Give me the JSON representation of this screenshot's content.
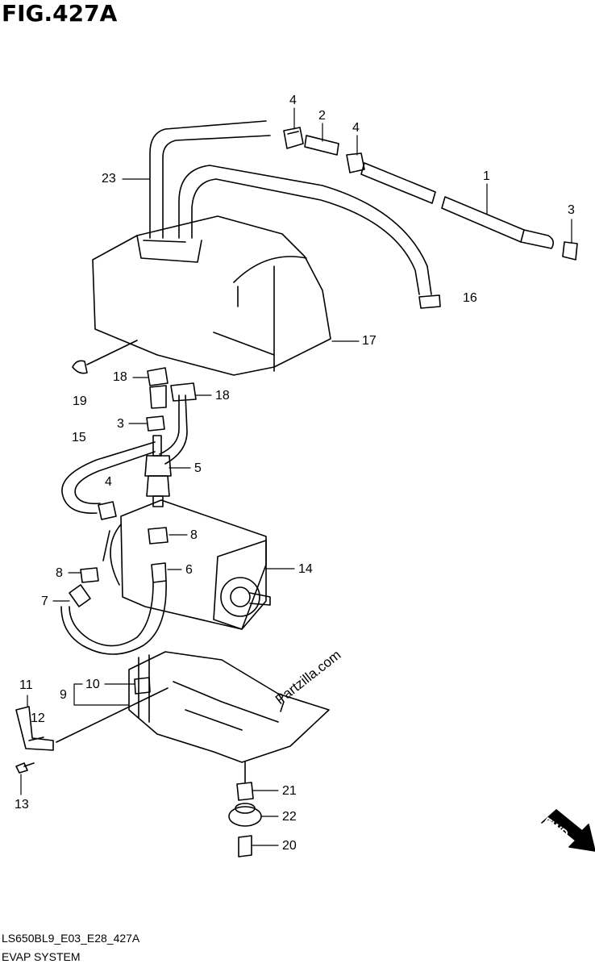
{
  "figure": {
    "title": "FIG.427A",
    "reference_code": "LS650BL9_E03_E28_427A",
    "subtitle": "EVAP SYSTEM",
    "watermark": "Partzilla.com",
    "fwd_label": "FWD"
  },
  "callouts": [
    {
      "id": "c4a",
      "label": "4"
    },
    {
      "id": "c2",
      "label": "2"
    },
    {
      "id": "c4b",
      "label": "4"
    },
    {
      "id": "c1",
      "label": "1"
    },
    {
      "id": "c23",
      "label": "23"
    },
    {
      "id": "c3a",
      "label": "3"
    },
    {
      "id": "c16",
      "label": "16"
    },
    {
      "id": "c17",
      "label": "17"
    },
    {
      "id": "c19",
      "label": "19"
    },
    {
      "id": "c18a",
      "label": "18"
    },
    {
      "id": "c18b",
      "label": "18"
    },
    {
      "id": "c3b",
      "label": "3"
    },
    {
      "id": "c15",
      "label": "15"
    },
    {
      "id": "c5",
      "label": "5"
    },
    {
      "id": "c4c",
      "label": "4"
    },
    {
      "id": "c8a",
      "label": "8"
    },
    {
      "id": "c14",
      "label": "14"
    },
    {
      "id": "c8b",
      "label": "8"
    },
    {
      "id": "c6",
      "label": "6"
    },
    {
      "id": "c7",
      "label": "7"
    },
    {
      "id": "c11",
      "label": "11"
    },
    {
      "id": "c10",
      "label": "10"
    },
    {
      "id": "c9",
      "label": "9"
    },
    {
      "id": "c12",
      "label": "12"
    },
    {
      "id": "c13",
      "label": "13"
    },
    {
      "id": "c21",
      "label": "21"
    },
    {
      "id": "c22",
      "label": "22"
    },
    {
      "id": "c20",
      "label": "20"
    }
  ]
}
